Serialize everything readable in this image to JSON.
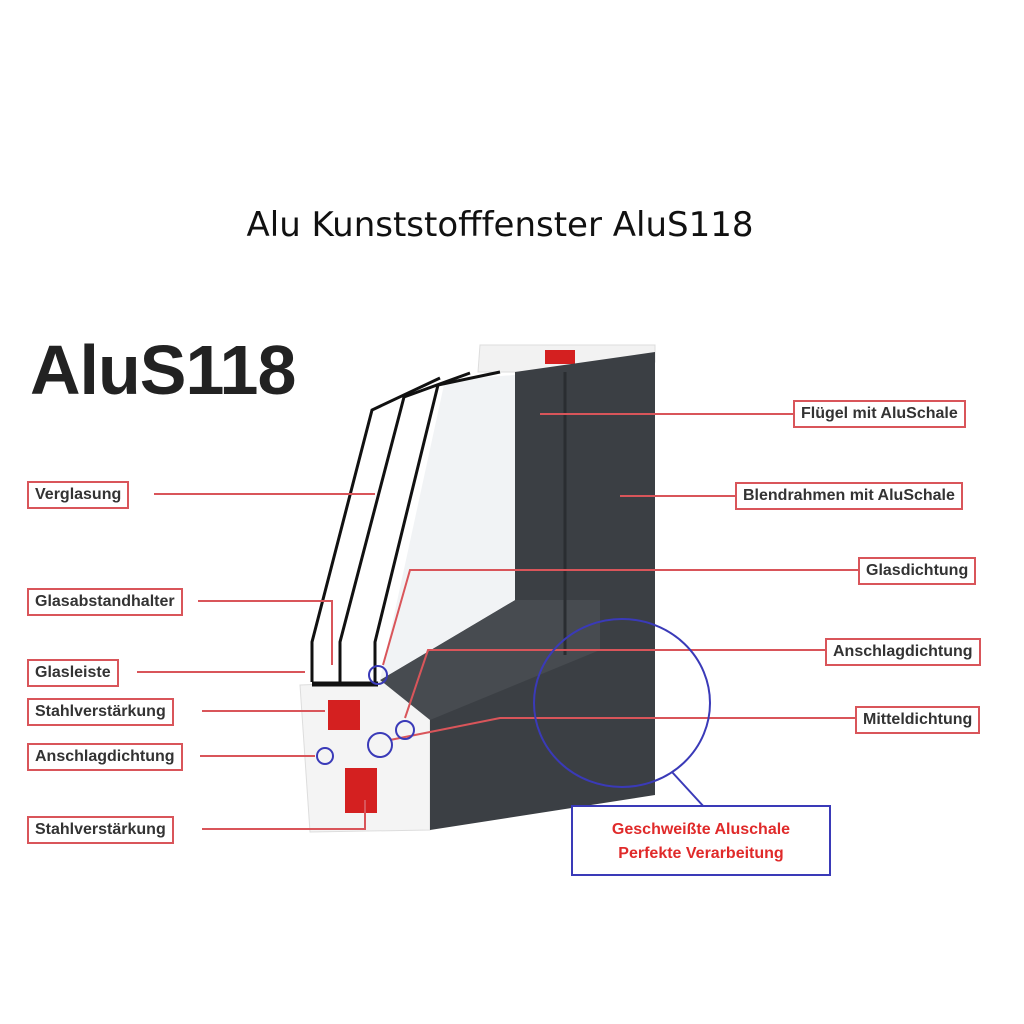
{
  "title": "Alu Kunststofffenster AluS118",
  "brand": "AluS118",
  "labels_left": [
    "Verglasung",
    "Glasabstandhalter",
    "Glasleiste",
    "Stahlverstärkung",
    "Anschlagdichtung",
    "Stahlverstärkung"
  ],
  "labels_right": [
    "Flügel mit AluSchale",
    "Blendrahmen mit AluSchale",
    "Glasdichtung",
    "Anschlagdichtung",
    "Mitteldichtung"
  ],
  "callout": {
    "line1": "Geschweißte Aluschale",
    "line2": "Perfekte Verarbeitung"
  },
  "colors": {
    "frame": "#3b3f44",
    "label_border": "#d9555a",
    "circle": "#3a3ab8",
    "callout_text": "#e02a2a",
    "steel": "#d42020"
  }
}
